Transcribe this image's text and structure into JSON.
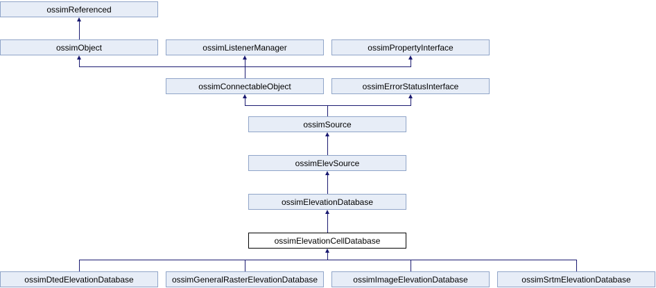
{
  "colors": {
    "node_fill": "#e7edf7",
    "node_border": "#8fa4c8",
    "highlight_fill": "#ffffff",
    "highlight_border": "#000000",
    "edge": "#191970",
    "text": "#000000",
    "bg": "#ffffff"
  },
  "diagram": {
    "type": "class-inheritance-graph",
    "highlighted_node": "ossimElevationCellDatabase",
    "nodes": [
      {
        "label": "ossimReferenced"
      },
      {
        "label": "ossimObject"
      },
      {
        "label": "ossimListenerManager"
      },
      {
        "label": "ossimPropertyInterface"
      },
      {
        "label": "ossimConnectableObject"
      },
      {
        "label": "ossimErrorStatusInterface"
      },
      {
        "label": "ossimSource"
      },
      {
        "label": "ossimElevSource"
      },
      {
        "label": "ossimElevationDatabase"
      },
      {
        "label": "ossimElevationCellDatabase"
      },
      {
        "label": "ossimDtedElevationDatabase"
      },
      {
        "label": "ossimGeneralRasterElevationDatabase"
      },
      {
        "label": "ossimImageElevationDatabase"
      },
      {
        "label": "ossimSrtmElevationDatabase"
      }
    ],
    "edges": [
      {
        "from": "ossimObject",
        "to": "ossimReferenced"
      },
      {
        "from": "ossimConnectableObject",
        "to": "ossimObject"
      },
      {
        "from": "ossimConnectableObject",
        "to": "ossimListenerManager"
      },
      {
        "from": "ossimConnectableObject",
        "to": "ossimPropertyInterface"
      },
      {
        "from": "ossimSource",
        "to": "ossimConnectableObject"
      },
      {
        "from": "ossimSource",
        "to": "ossimErrorStatusInterface"
      },
      {
        "from": "ossimElevSource",
        "to": "ossimSource"
      },
      {
        "from": "ossimElevationDatabase",
        "to": "ossimElevSource"
      },
      {
        "from": "ossimElevationCellDatabase",
        "to": "ossimElevationDatabase"
      },
      {
        "from": "ossimDtedElevationDatabase",
        "to": "ossimElevationCellDatabase"
      },
      {
        "from": "ossimGeneralRasterElevationDatabase",
        "to": "ossimElevationCellDatabase"
      },
      {
        "from": "ossimImageElevationDatabase",
        "to": "ossimElevationCellDatabase"
      },
      {
        "from": "ossimSrtmElevationDatabase",
        "to": "ossimElevationCellDatabase"
      }
    ]
  }
}
